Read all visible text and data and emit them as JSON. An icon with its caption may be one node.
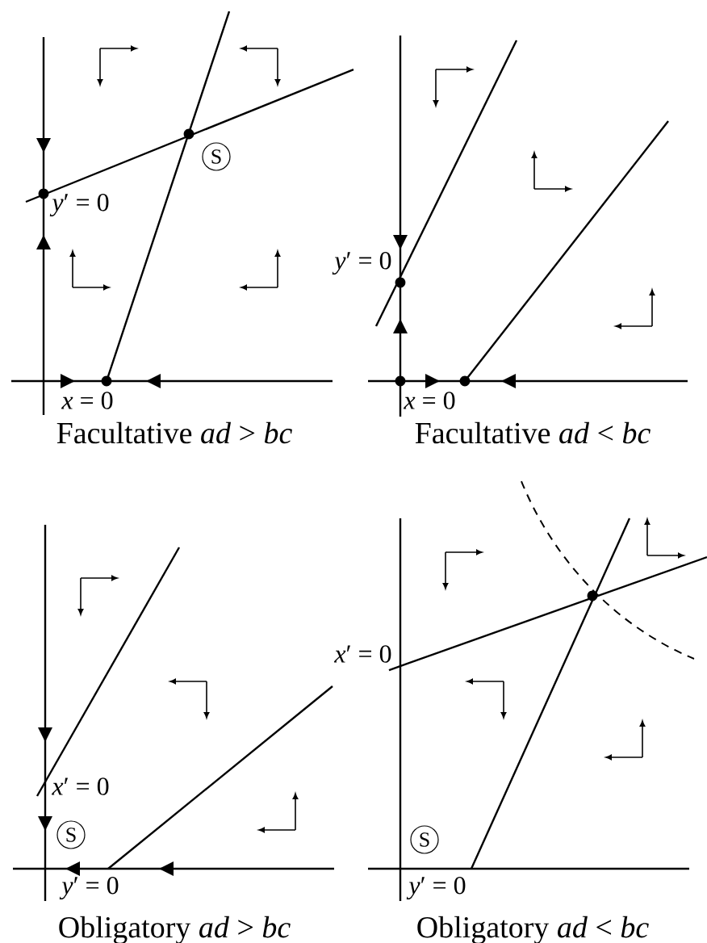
{
  "diagram": {
    "nodes": [
      {
        "text": [
          "S"
        ]
      },
      {
        "text": [
          "S"
        ]
      },
      {
        "text": [
          "S"
        ]
      }
    ],
    "labels": [
      "*y*′ = 0",
      "*y*′ = 0",
      "*x* = 0",
      "*x* = 0",
      "Facultative *ad* > *bc*",
      "Facultative *ad* < *bc*",
      "*x*′ = 0",
      "*x*′ = 0",
      "*y*′ = 0",
      "*y*′ = 0",
      "Obligatory *ad* > *bc*",
      "Obligatory *ad* < *bc*"
    ]
  }
}
